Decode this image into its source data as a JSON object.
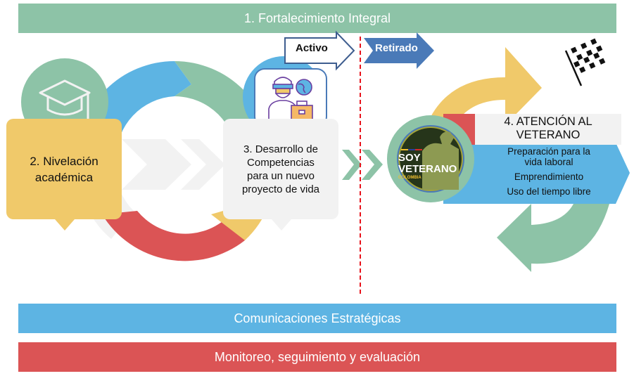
{
  "bands": {
    "top": "1. Fortalecimiento Integral",
    "communications": "Comunicaciones Estratégicas",
    "monitoring": "Monitoreo, seguimiento y evaluación"
  },
  "stages": {
    "nivelacion": {
      "line1": "2. Nivelación",
      "line2": "académica",
      "icon": "graduation-cap-icon"
    },
    "desarrollo": {
      "line1": "3. Desarrollo de",
      "line2": "Competencias",
      "line3": "para un nuevo",
      "line4": "proyecto de vida",
      "icon": "worker-briefcase-globe-icon"
    },
    "atencion": {
      "title_line1": "4. ATENCIÓN AL",
      "title_line2": "VETERANO",
      "items": [
        "Preparación para la vida laboral",
        "Emprendimiento",
        "Uso del tiempo libre"
      ],
      "item1_line1": "Preparación para la",
      "item1_line2": "vida laboral"
    }
  },
  "phases": {
    "active": "Activo",
    "retired": "Retirado"
  },
  "logo": {
    "line1": "SOY",
    "line2": "VETERANO",
    "line3": "COLOMBIA"
  },
  "colors": {
    "green": "#8dc3a7",
    "blue": "#5db4e3",
    "red": "#db5455",
    "yellow": "#f0c96a",
    "light_gray": "#f2f2f2",
    "dark_blue": "#4a7ab8",
    "divider_red": "#e8121b",
    "logo_dark": "#26351a"
  }
}
